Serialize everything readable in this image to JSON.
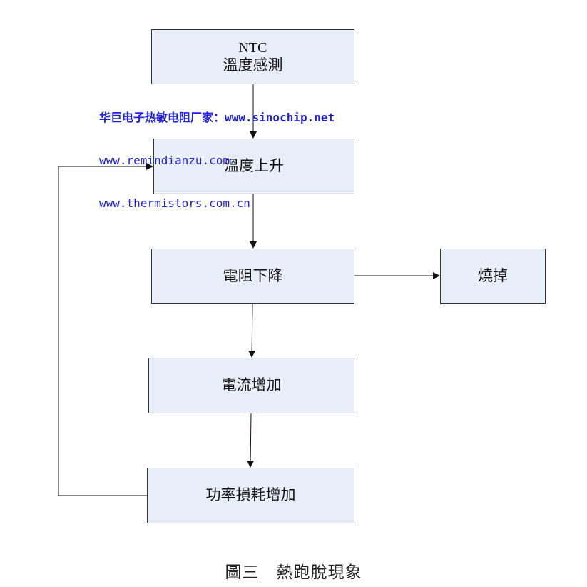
{
  "diagram": {
    "nodes": {
      "ntc": {
        "line1": "NTC",
        "line2": "溫度感測"
      },
      "temp_rise": {
        "label": "溫度上升"
      },
      "resistance_drop": {
        "label": "電阻下降"
      },
      "burnout": {
        "label": "燒掉"
      },
      "current_increase": {
        "label": "電流增加"
      },
      "power_loss_increase": {
        "label": "功率損耗增加"
      }
    },
    "edges": [
      {
        "from": "ntc",
        "to": "temp_rise"
      },
      {
        "from": "temp_rise",
        "to": "resistance_drop"
      },
      {
        "from": "resistance_drop",
        "to": "burnout"
      },
      {
        "from": "resistance_drop",
        "to": "current_increase"
      },
      {
        "from": "current_increase",
        "to": "power_loss_increase"
      },
      {
        "from": "power_loss_increase",
        "to": "temp_rise"
      }
    ],
    "caption": "圖三　熱跑脫現象"
  },
  "watermark": {
    "lines": [
      "华巨电子热敏电阻厂家：www.sinochip.net",
      "www.remindianzu.com",
      "www.thermistors.com.cn"
    ]
  },
  "colors": {
    "box_fill": "#e8eef8",
    "box_border": "#333333",
    "line": "#111111",
    "watermark": "#1f1fe8"
  }
}
